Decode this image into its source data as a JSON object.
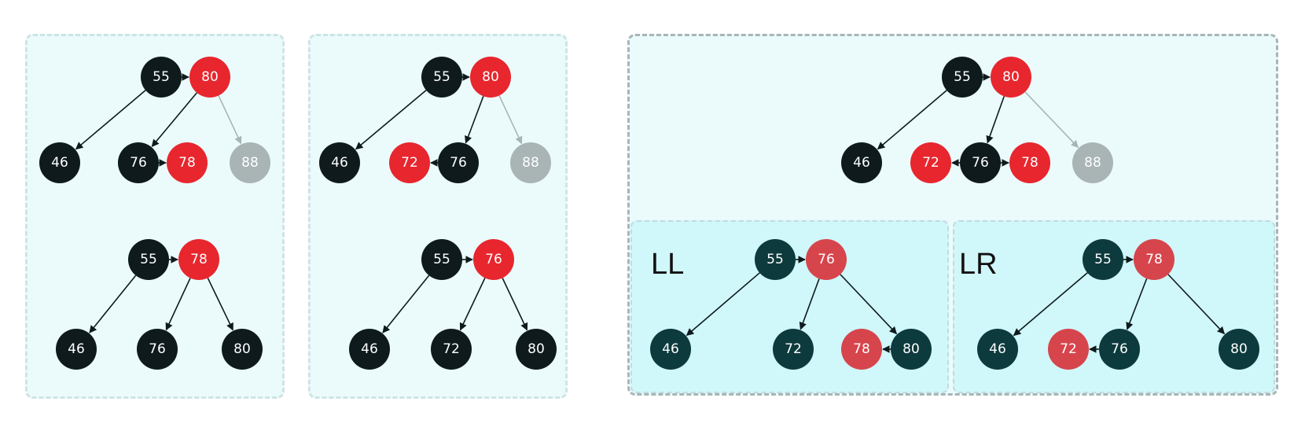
{
  "colors": {
    "black": "#0e1a1c",
    "red": "#e8262e",
    "gray": "#a9b4b5",
    "teal": "#0d3a3d",
    "red_soft": "#d7454c",
    "edge": "#0e1a1c",
    "edge_gray": "#a9b4b5"
  },
  "labels": {
    "ll": "LL",
    "lr": "LR"
  },
  "trees": [
    {
      "id": "panel1-before",
      "nodes": [
        {
          "id": "a",
          "label": "55",
          "color": "black"
        },
        {
          "id": "b",
          "label": "80",
          "color": "red"
        },
        {
          "id": "c",
          "label": "46",
          "color": "black"
        },
        {
          "id": "d",
          "label": "76",
          "color": "black"
        },
        {
          "id": "e",
          "label": "78",
          "color": "red"
        },
        {
          "id": "f",
          "label": "88",
          "color": "gray"
        }
      ],
      "edges": [
        {
          "from": "a",
          "to": "b",
          "color": "edge"
        },
        {
          "from": "a",
          "to": "c",
          "color": "edge"
        },
        {
          "from": "b",
          "to": "d",
          "color": "edge"
        },
        {
          "from": "d",
          "to": "e",
          "color": "edge"
        },
        {
          "from": "b",
          "to": "f",
          "color": "edge_gray"
        }
      ]
    },
    {
      "id": "panel1-after",
      "nodes": [
        {
          "id": "a",
          "label": "55",
          "color": "black"
        },
        {
          "id": "b",
          "label": "78",
          "color": "red"
        },
        {
          "id": "c",
          "label": "46",
          "color": "black"
        },
        {
          "id": "d",
          "label": "76",
          "color": "black"
        },
        {
          "id": "e",
          "label": "80",
          "color": "black"
        }
      ],
      "edges": [
        {
          "from": "a",
          "to": "b",
          "color": "edge"
        },
        {
          "from": "a",
          "to": "c",
          "color": "edge"
        },
        {
          "from": "b",
          "to": "d",
          "color": "edge"
        },
        {
          "from": "b",
          "to": "e",
          "color": "edge"
        }
      ]
    },
    {
      "id": "panel2-before",
      "nodes": [
        {
          "id": "a",
          "label": "55",
          "color": "black"
        },
        {
          "id": "b",
          "label": "80",
          "color": "red"
        },
        {
          "id": "c",
          "label": "46",
          "color": "black"
        },
        {
          "id": "g",
          "label": "72",
          "color": "red"
        },
        {
          "id": "d",
          "label": "76",
          "color": "black"
        },
        {
          "id": "f",
          "label": "88",
          "color": "gray"
        }
      ],
      "edges": [
        {
          "from": "a",
          "to": "b",
          "color": "edge"
        },
        {
          "from": "a",
          "to": "c",
          "color": "edge"
        },
        {
          "from": "b",
          "to": "d",
          "color": "edge"
        },
        {
          "from": "d",
          "to": "g",
          "color": "edge"
        },
        {
          "from": "b",
          "to": "f",
          "color": "edge_gray"
        }
      ]
    },
    {
      "id": "panel2-after",
      "nodes": [
        {
          "id": "a",
          "label": "55",
          "color": "black"
        },
        {
          "id": "b",
          "label": "76",
          "color": "red"
        },
        {
          "id": "c",
          "label": "46",
          "color": "black"
        },
        {
          "id": "d",
          "label": "72",
          "color": "black"
        },
        {
          "id": "e",
          "label": "80",
          "color": "black"
        }
      ],
      "edges": [
        {
          "from": "a",
          "to": "b",
          "color": "edge"
        },
        {
          "from": "a",
          "to": "c",
          "color": "edge"
        },
        {
          "from": "b",
          "to": "d",
          "color": "edge"
        },
        {
          "from": "b",
          "to": "e",
          "color": "edge"
        }
      ]
    },
    {
      "id": "panel3-top",
      "nodes": [
        {
          "id": "a",
          "label": "55",
          "color": "black"
        },
        {
          "id": "b",
          "label": "80",
          "color": "red"
        },
        {
          "id": "c",
          "label": "46",
          "color": "black"
        },
        {
          "id": "g",
          "label": "72",
          "color": "red"
        },
        {
          "id": "d",
          "label": "76",
          "color": "black"
        },
        {
          "id": "e",
          "label": "78",
          "color": "red"
        },
        {
          "id": "f",
          "label": "88",
          "color": "gray"
        }
      ],
      "edges": [
        {
          "from": "a",
          "to": "b",
          "color": "edge"
        },
        {
          "from": "a",
          "to": "c",
          "color": "edge"
        },
        {
          "from": "b",
          "to": "d",
          "color": "edge"
        },
        {
          "from": "d",
          "to": "g",
          "color": "edge"
        },
        {
          "from": "d",
          "to": "e",
          "color": "edge"
        },
        {
          "from": "b",
          "to": "f",
          "color": "edge_gray"
        }
      ]
    },
    {
      "id": "panel3-ll",
      "nodes": [
        {
          "id": "a",
          "label": "55",
          "color": "teal"
        },
        {
          "id": "b",
          "label": "76",
          "color": "red_soft"
        },
        {
          "id": "c",
          "label": "46",
          "color": "teal"
        },
        {
          "id": "d",
          "label": "72",
          "color": "teal"
        },
        {
          "id": "e",
          "label": "78",
          "color": "red_soft"
        },
        {
          "id": "f",
          "label": "80",
          "color": "teal"
        }
      ],
      "edges": [
        {
          "from": "a",
          "to": "b",
          "color": "edge"
        },
        {
          "from": "a",
          "to": "c",
          "color": "edge"
        },
        {
          "from": "b",
          "to": "d",
          "color": "edge"
        },
        {
          "from": "b",
          "to": "f",
          "color": "edge"
        },
        {
          "from": "f",
          "to": "e",
          "color": "edge"
        }
      ]
    },
    {
      "id": "panel3-lr",
      "nodes": [
        {
          "id": "a",
          "label": "55",
          "color": "teal"
        },
        {
          "id": "b",
          "label": "78",
          "color": "red_soft"
        },
        {
          "id": "c",
          "label": "46",
          "color": "teal"
        },
        {
          "id": "g",
          "label": "72",
          "color": "red_soft"
        },
        {
          "id": "d",
          "label": "76",
          "color": "teal"
        },
        {
          "id": "f",
          "label": "80",
          "color": "teal"
        }
      ],
      "edges": [
        {
          "from": "a",
          "to": "b",
          "color": "edge"
        },
        {
          "from": "a",
          "to": "c",
          "color": "edge"
        },
        {
          "from": "b",
          "to": "d",
          "color": "edge"
        },
        {
          "from": "d",
          "to": "g",
          "color": "edge"
        },
        {
          "from": "b",
          "to": "f",
          "color": "edge"
        }
      ]
    }
  ]
}
